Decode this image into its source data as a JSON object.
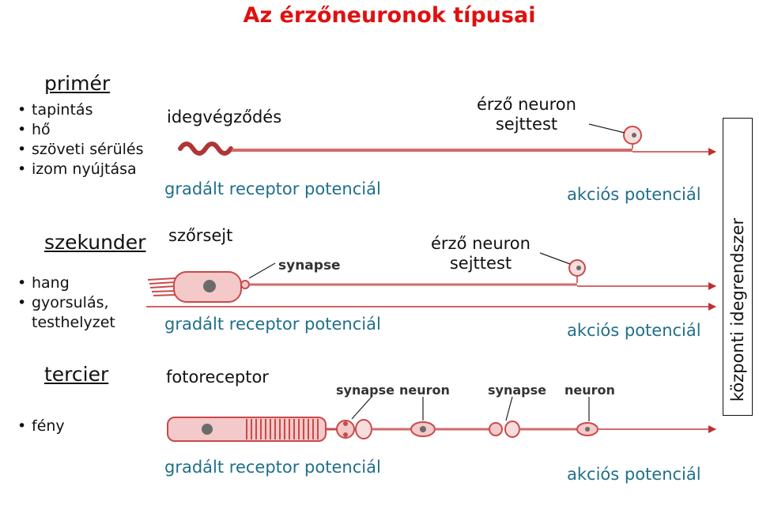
{
  "title": "Az érzőneuronok típusai",
  "categories": {
    "primary": {
      "name": "primér",
      "items": [
        "tapintás",
        "hő",
        "szöveti sérülés",
        "izom nyújtása"
      ]
    },
    "secondary": {
      "name": "szekunder",
      "items": [
        "hang",
        "gyorsulás, testhelyzet"
      ]
    },
    "tertiary": {
      "name": "tercier",
      "items": [
        "fény"
      ]
    }
  },
  "diagram": {
    "row1": {
      "receptor_label": "idegvégződés",
      "cell_body_label": [
        "érző neuron",
        "sejttest"
      ],
      "graded_label": "gradált receptor potenciál",
      "action_label": "akciós potenciál"
    },
    "row2": {
      "receptor_label": "szőrsejt",
      "synapse_label": "synapse",
      "cell_body_label": [
        "érző neuron",
        "sejttest"
      ],
      "graded_label": "gradált receptor potenciál",
      "action_label": "akciós potenciál"
    },
    "row3": {
      "receptor_label": "fotoreceptor",
      "labels": [
        "synapse",
        "neuron",
        "synapse",
        "neuron"
      ],
      "graded_label": "gradált receptor potenciál",
      "action_label": "akciós potenciál"
    }
  },
  "cns_label": "központi idegrendszer",
  "colors": {
    "title": "#e01010",
    "neuron": "#c94a4a",
    "cell": "#f4c9c9",
    "nucleus": "#6b6b6b",
    "label_teal": "#1f6f8b"
  }
}
